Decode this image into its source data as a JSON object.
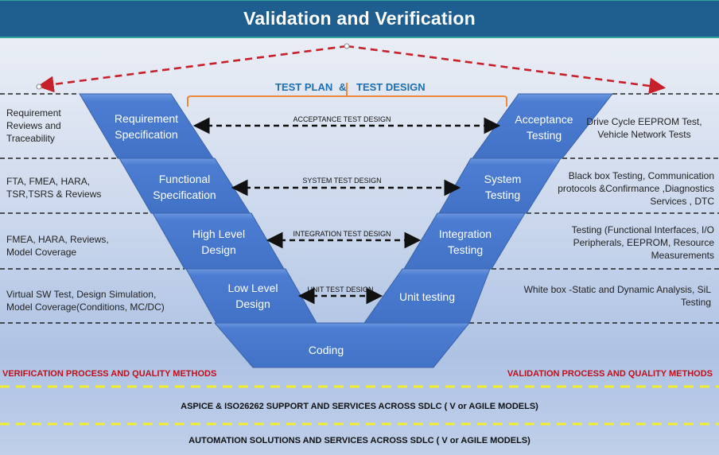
{
  "title": "Validation and Verification",
  "test_plan": {
    "left": "TEST PLAN",
    "amp": "&",
    "right": "TEST DESIGN"
  },
  "left_arm": [
    {
      "label_line1": "Requirement",
      "label_line2": "Specification"
    },
    {
      "label_line1": "Functional",
      "label_line2": "Specification"
    },
    {
      "label_line1": "High Level",
      "label_line2": "Design"
    },
    {
      "label_line1": "Low Level",
      "label_line2": "Design"
    }
  ],
  "right_arm": [
    {
      "label_line1": "Acceptance",
      "label_line2": "Testing"
    },
    {
      "label_line1": "System",
      "label_line2": "Testing"
    },
    {
      "label_line1": "Integration",
      "label_line2": "Testing"
    },
    {
      "label_line1": "Unit testing",
      "label_line2": ""
    }
  ],
  "coding": {
    "label": "Coding"
  },
  "test_designs": [
    "ACCEPTANCE TEST DESIGN",
    "SYSTEM TEST DESIGN",
    "INTEGRATION TEST DESIGN",
    "UNIT TEST DESIGN"
  ],
  "verification_notes": [
    [
      "Requirement",
      "Reviews and",
      "Traceability"
    ],
    [
      "FTA, FMEA, HARA,",
      "TSR,TSRS & Reviews"
    ],
    [
      "FMEA, HARA, Reviews,",
      "Model Coverage"
    ],
    [
      "Virtual SW Test, Design Simulation,",
      "Model Coverage(Conditions, MC/DC)"
    ]
  ],
  "validation_notes": [
    [
      "Drive Cycle EEPROM Test,",
      "Vehicle Network Tests"
    ],
    [
      "Black box Testing, Communication",
      "protocols &Confirmance ,Diagnostics",
      "Services , DTC"
    ],
    [
      "Testing (Functional Interfaces, I/O",
      "Peripherals, EEPROM, Resource",
      "Measurements"
    ],
    [
      "White box -Static and Dynamic Analysis, SiL",
      "Testing"
    ]
  ],
  "verification_methods": "VERIFICATION PROCESS AND QUALITY METHODS",
  "validation_methods": "VALIDATION PROCESS AND QUALITY METHODS",
  "bands": [
    "ASPICE & ISO26262 SUPPORT AND SERVICES ACROSS SDLC ( V or AGILE  MODELS)",
    "AUTOMATION SOLUTIONS AND SERVICES ACROSS SDLC ( V or AGILE  MODELS)"
  ],
  "colors": {
    "header": "#1f5f8f",
    "shape": "#4a7bd0",
    "method_red": "#c0101a",
    "plan_blue": "#1d6fb0",
    "bracket": "#ec8a3c",
    "arrow_red": "#c8202a",
    "separator_yellow": "#f2ee2a"
  }
}
